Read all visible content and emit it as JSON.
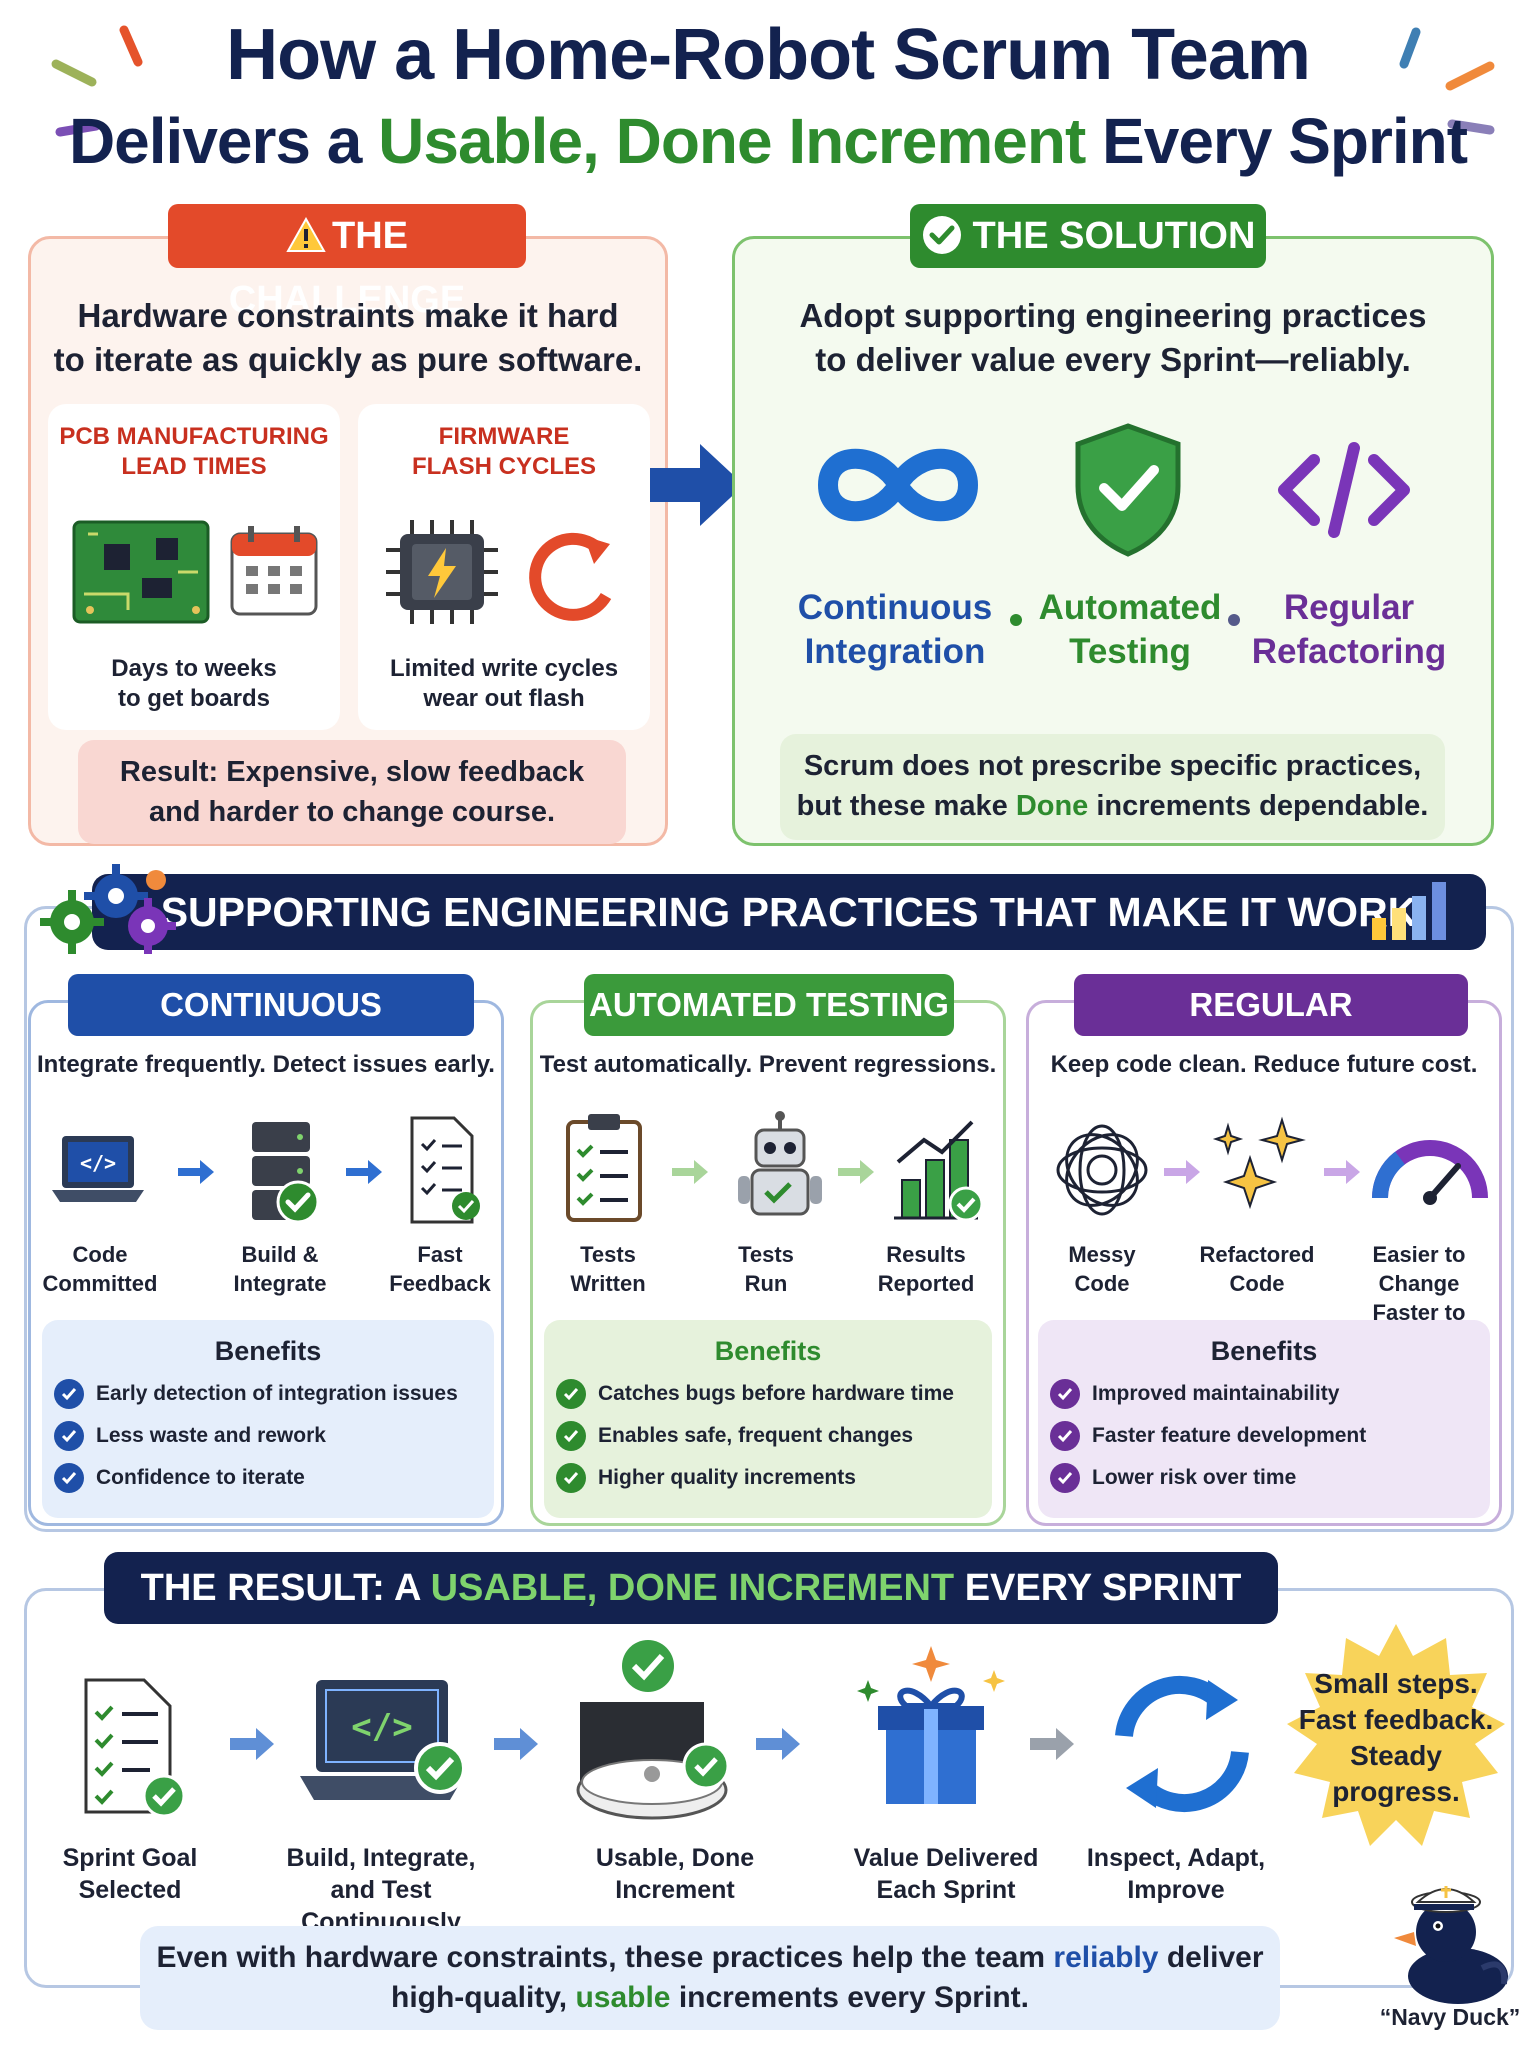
{
  "title": {
    "line1": "How a Home-Robot Scrum Team",
    "line2_a": "Delivers a",
    "line2_b": "Usable, Done Increment",
    "line2_c": "Every Sprint"
  },
  "challenge": {
    "tag": "THE CHALLENGE",
    "heading_l1": "Hardware constraints make it hard",
    "heading_l2": "to iterate as quickly as pure software.",
    "cards": [
      {
        "label_l1": "PCB MANUFACTURING",
        "label_l2": "LEAD TIMES",
        "caption_l1": "Days to weeks",
        "caption_l2": "to get boards"
      },
      {
        "label_l1": "FIRMWARE",
        "label_l2": "FLASH CYCLES",
        "caption_l1": "Limited write cycles",
        "caption_l2": "wear out flash"
      }
    ],
    "result_l1": "Result: Expensive, slow feedback",
    "result_l2": "and harder to change course."
  },
  "solution": {
    "tag": "THE SOLUTION",
    "heading_l1": "Adopt supporting engineering practices",
    "heading_l2": "to deliver value every Sprint—reliably.",
    "practices": [
      {
        "l1": "Continuous",
        "l2": "Integration",
        "icon": "infinity-icon"
      },
      {
        "l1": "Automated",
        "l2": "Testing",
        "icon": "shield-check-icon"
      },
      {
        "l1": "Regular",
        "l2": "Refactoring",
        "icon": "code-brackets-icon"
      }
    ],
    "note_l1": "Scrum does not prescribe specific practices,",
    "note_l2_a": "but these make",
    "note_l2_b": "Done",
    "note_l2_c": "increments dependable."
  },
  "practices_section": {
    "banner": "SUPPORTING ENGINEERING PRACTICES THAT MAKE IT WORK",
    "columns": [
      {
        "tag": "CONTINUOUS INTEGRATION",
        "subtitle": "Integrate frequently. Detect issues early.",
        "steps": [
          {
            "l1": "Code",
            "l2": "Committed"
          },
          {
            "l1": "Build &",
            "l2": "Integrate"
          },
          {
            "l1": "Fast",
            "l2": "Feedback"
          }
        ],
        "benefits_title": "Benefits",
        "benefits": [
          "Early detection of integration issues",
          "Less waste and rework",
          "Confidence to iterate"
        ]
      },
      {
        "tag": "AUTOMATED TESTING",
        "subtitle": "Test automatically. Prevent regressions.",
        "steps": [
          {
            "l1": "Tests",
            "l2": "Written"
          },
          {
            "l1": "Tests",
            "l2": "Run"
          },
          {
            "l1": "Results",
            "l2": "Reported"
          }
        ],
        "benefits_title": "Benefits",
        "benefits": [
          "Catches bugs before hardware time",
          "Enables safe, frequent changes",
          "Higher quality increments"
        ]
      },
      {
        "tag": "REGULAR REFACTORING",
        "subtitle": "Keep code clean. Reduce future cost.",
        "steps": [
          {
            "l1": "Messy",
            "l2": "Code"
          },
          {
            "l1": "Refactored",
            "l2": "Code"
          },
          {
            "l1": "Easier to Change",
            "l2": "Faster to Deliver"
          }
        ],
        "benefits_title": "Benefits",
        "benefits": [
          "Improved maintainability",
          "Faster feature development",
          "Lower risk over time"
        ]
      }
    ]
  },
  "result_section": {
    "banner_a": "THE RESULT: A",
    "banner_b": "USABLE, DONE INCREMENT",
    "banner_c": "EVERY SPRINT",
    "steps": [
      {
        "l1": "Sprint Goal",
        "l2": "Selected"
      },
      {
        "l1": "Build, Integrate,",
        "l2": "and Test Continuously"
      },
      {
        "l1": "Usable, Done",
        "l2": "Increment"
      },
      {
        "l1": "Value Delivered",
        "l2": "Each Sprint"
      },
      {
        "l1": "Inspect, Adapt,",
        "l2": "Improve"
      }
    ],
    "starburst": [
      "Small steps.",
      "Fast feedback.",
      "Steady",
      "progress."
    ],
    "final_l1_a": "Even with hardware constraints, these practices help the team",
    "final_l1_b": "reliably",
    "final_l1_c": "deliver",
    "final_l2_a": "high-quality,",
    "final_l2_b": "usable",
    "final_l2_c": "increments every Sprint.",
    "mascot": "“Navy Duck”"
  },
  "colors": {
    "navy": "#13224f",
    "green": "#2e8b2e",
    "red": "#e34a2a",
    "blue": "#1f4fa8",
    "purple": "#6a2f97"
  }
}
